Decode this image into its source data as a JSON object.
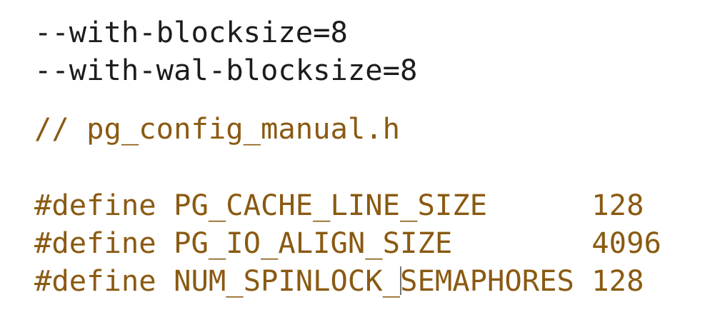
{
  "configure_flags": [
    "--with-blocksize=8",
    "--with-wal-blocksize=8"
  ],
  "comment": "// pg_config_manual.h",
  "defines": [
    {
      "keyword": "#define",
      "name": "PG_CACHE_LINE_SIZE",
      "value": "128"
    },
    {
      "keyword": "#define",
      "name": "PG_IO_ALIGN_SIZE",
      "value": "4096"
    },
    {
      "keyword": "#define",
      "name_before_caret": "NUM_SPINLOCK_",
      "name_after_caret": "SEMAPHORES",
      "value": "128"
    }
  ],
  "colors": {
    "plain": "#1c1c1c",
    "code": "#8a5a12"
  }
}
